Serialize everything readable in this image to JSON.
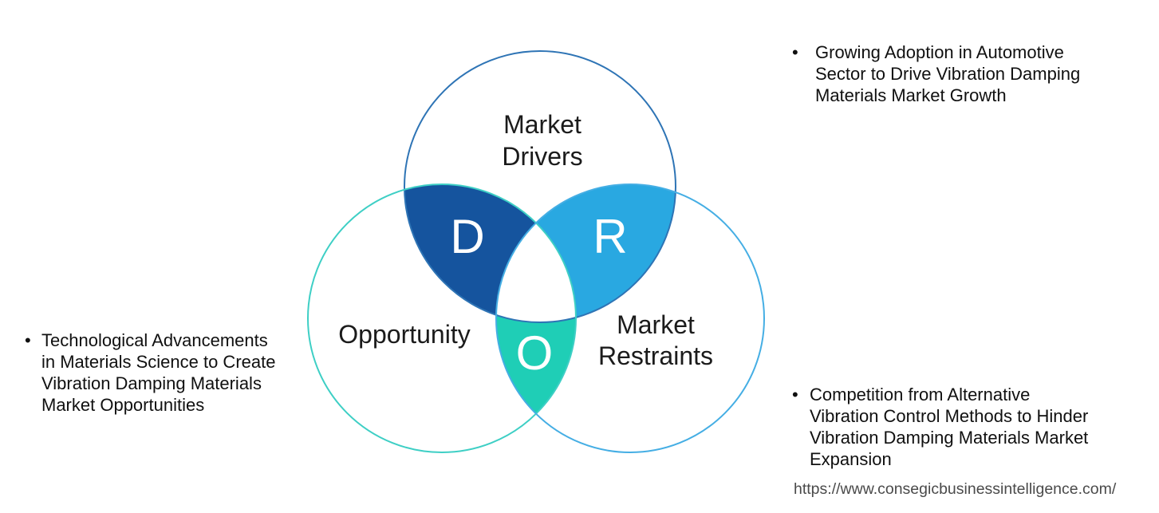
{
  "venn": {
    "circles": {
      "drivers": {
        "label_line1": "Market",
        "label_line2": "Drivers",
        "outline_color": "#2E74B5"
      },
      "opportunity": {
        "label": "Opportunity",
        "outline_color": "#3ECFC5"
      },
      "restraints": {
        "label_line1": "Market",
        "label_line2": "Restraints",
        "outline_color": "#45AEE4"
      }
    },
    "intersections": {
      "drivers_opportunity": {
        "letter": "D",
        "fill": "#15549E"
      },
      "drivers_restraints": {
        "letter": "R",
        "fill": "#29A8E1"
      },
      "opportunity_restraints": {
        "letter": "O",
        "fill": "#1FCEB6"
      },
      "center_fill": "#FFFFFF"
    }
  },
  "bullets": {
    "driver_note": {
      "marker": "•",
      "line1": "Growing Adoption in Automotive",
      "line2": "Sector to Drive Vibration Damping",
      "line3": "Materials Market Growth"
    },
    "opportunity_note": {
      "marker": "•",
      "line1": "Technological Advancements",
      "line2": "in Materials Science to Create",
      "line3": "Vibration Damping Materials",
      "line4": "Market Opportunities"
    },
    "restraint_note": {
      "marker": "•",
      "line1": "Competition from Alternative",
      "line2": "Vibration Control Methods to Hinder",
      "line3": "Vibration Damping Materials Market",
      "line4": "Expansion"
    }
  },
  "footer": {
    "url": "https://www.consegicbusinessintelligence.com/"
  }
}
